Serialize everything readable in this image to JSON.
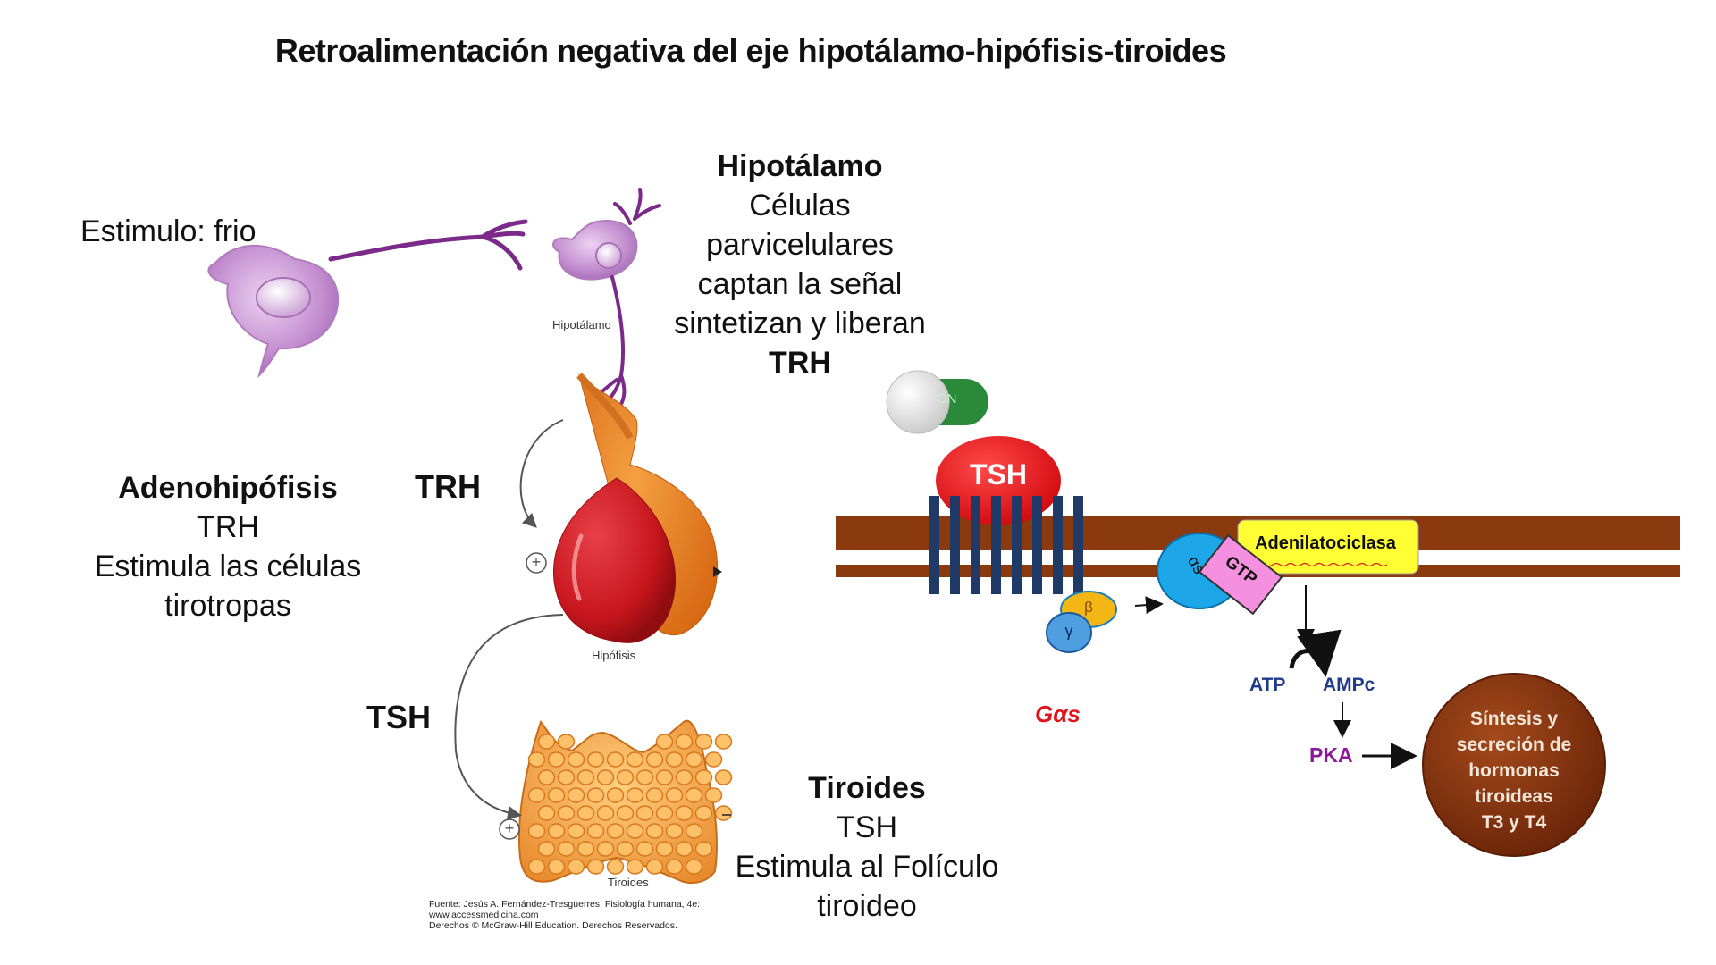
{
  "title": "Retroalimentación negativa del eje hipotálamo-hipófisis-tiroides",
  "stimulus": "Estimulo: frio",
  "hypothalamus_block": {
    "heading": "Hipotálamo",
    "line1": "Células parvicelulares",
    "line2": "captan la señal",
    "line3": "sintetizan y liberan",
    "line4": "TRH"
  },
  "adeno_block": {
    "heading": "Adenohipófisis",
    "line1": "TRH",
    "line2": "Estimula las células",
    "line3": "tirotropas"
  },
  "thyroid_block": {
    "heading": "Tiroides",
    "line1": "TSH",
    "line2": "Estimula al Folículo",
    "line3": "tiroideo"
  },
  "arrow_labels": {
    "trh": "TRH",
    "tsh": "TSH"
  },
  "organ_labels": {
    "hypothalamus": "Hipotálamo",
    "pituitary": "Hipófisis",
    "thyroid": "Tiroides"
  },
  "plus_sign": "+",
  "credit": {
    "line1": "Fuente: Jesús A. Fernández-Tresguerres: Fisiología humana, 4e:",
    "line2": "www.accessmedicina.com",
    "line3": "Derechos © McGraw-Hill Education. Derechos Reservados."
  },
  "signaling": {
    "switch_label": "ON",
    "receptor_ligand": "TSH",
    "enzyme": "Adenilatociclasa",
    "gtp": "GTP",
    "alpha_subunit": "αs",
    "beta_subunit": "β",
    "gamma_subunit": "γ",
    "g_protein": "Gαs",
    "atp": "ATP",
    "camp": "AMPc",
    "pka": "PKA",
    "result_line1": "Síntesis y",
    "result_line2": "secreción de",
    "result_line3": "hormonas",
    "result_line4": "tiroideas",
    "result_line5": "T3 y T4"
  },
  "colors": {
    "neuron": "#c48fd0",
    "axon": "#7b2a8a",
    "pituitary_red": "#c8161d",
    "pituitary_orange": "#e07a22",
    "thyroid": "#f2a24a",
    "membrane": "#8b3a0f",
    "receptor": "#1f3a66",
    "tsh_ligand": "#e0141a",
    "enzyme_yellow": "#ffff33",
    "g_alpha": "#1ea7e8",
    "gtp_pink": "#f58fe0",
    "result_brown": "#7a2c0c",
    "pka_purple": "#8a1a9a",
    "galphas_red": "#e0141a",
    "atp_blue": "#1f3a8a",
    "switch_green": "#2a8a3a"
  }
}
